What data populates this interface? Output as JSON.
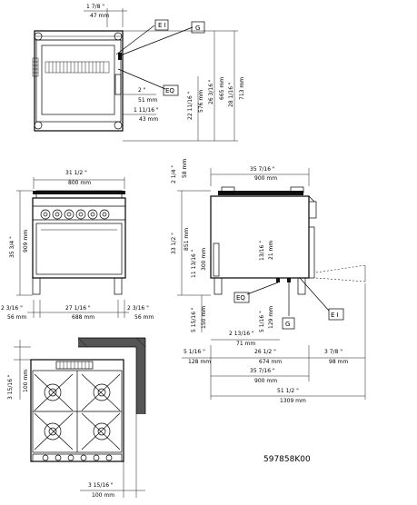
{
  "top_view": {
    "width_inch": "1 7/8 \"",
    "width_mm": "47 mm",
    "d1_inch": "2 \"",
    "d1_mm": "51 mm",
    "d2_inch": "1 11/16 \"",
    "d2_mm": "43 mm",
    "h1_inch": "22 11/16 \"",
    "h1_mm": "576 mm",
    "h2_inch": "26 3/16 \"",
    "h2_mm": "665 mm",
    "h3_inch": "28 1/16 \"",
    "h3_mm": "713 mm",
    "label_et": "E I",
    "label_g": "G",
    "label_eq": "EQ"
  },
  "front_view": {
    "width_inch": "31 1/2 \"",
    "width_mm": "800 mm",
    "height_inch": "35 3/4 \"",
    "height_mm": "909 mm",
    "left_inch": "2 3/16 \"",
    "left_mm": "56 mm",
    "mid_inch": "27 1/16 \"",
    "mid_mm": "688 mm",
    "right_inch": "2 3/16 \"",
    "right_mm": "56 mm"
  },
  "side_view": {
    "top_inch": "2 1/4 \"",
    "top_mm": "58 mm",
    "width_inch": "35 7/16 \"",
    "width_mm": "900 mm",
    "height_inch": "33 1/2 \"",
    "height_mm": "851 mm",
    "h_ground_inch": "11 13/16 \"",
    "h_ground_mm": "300 mm",
    "h_conn_inch": "13/16 \"",
    "h_conn_mm": "21 mm",
    "leg_inch": "5 15/16 \"",
    "leg_mm": "150 mm",
    "leg2_inch": "5 1/16 \"",
    "leg2_mm": "129 mm",
    "conn_inch": "2 13/16 \"",
    "conn_mm": "71 mm",
    "b1_inch": "5 1/16 \"",
    "b1_mm": "128 mm",
    "b2_inch": "26 1/2 \"",
    "b2_mm": "674 mm",
    "b3_inch": "3 7/8 \"",
    "b3_mm": "98 mm",
    "depth_inch": "35 7/16 \"",
    "depth_mm": "900 mm",
    "total_inch": "51 1/2 \"",
    "total_mm": "1309 mm",
    "label_eq": "EQ",
    "label_g": "G",
    "label_et": "E I"
  },
  "plan_view": {
    "side_inch": "3 15/16 \"",
    "side_mm": "100 mm",
    "bottom_inch": "3 15/16 \"",
    "bottom_mm": "100 mm"
  },
  "drawing_code": "597858K00"
}
